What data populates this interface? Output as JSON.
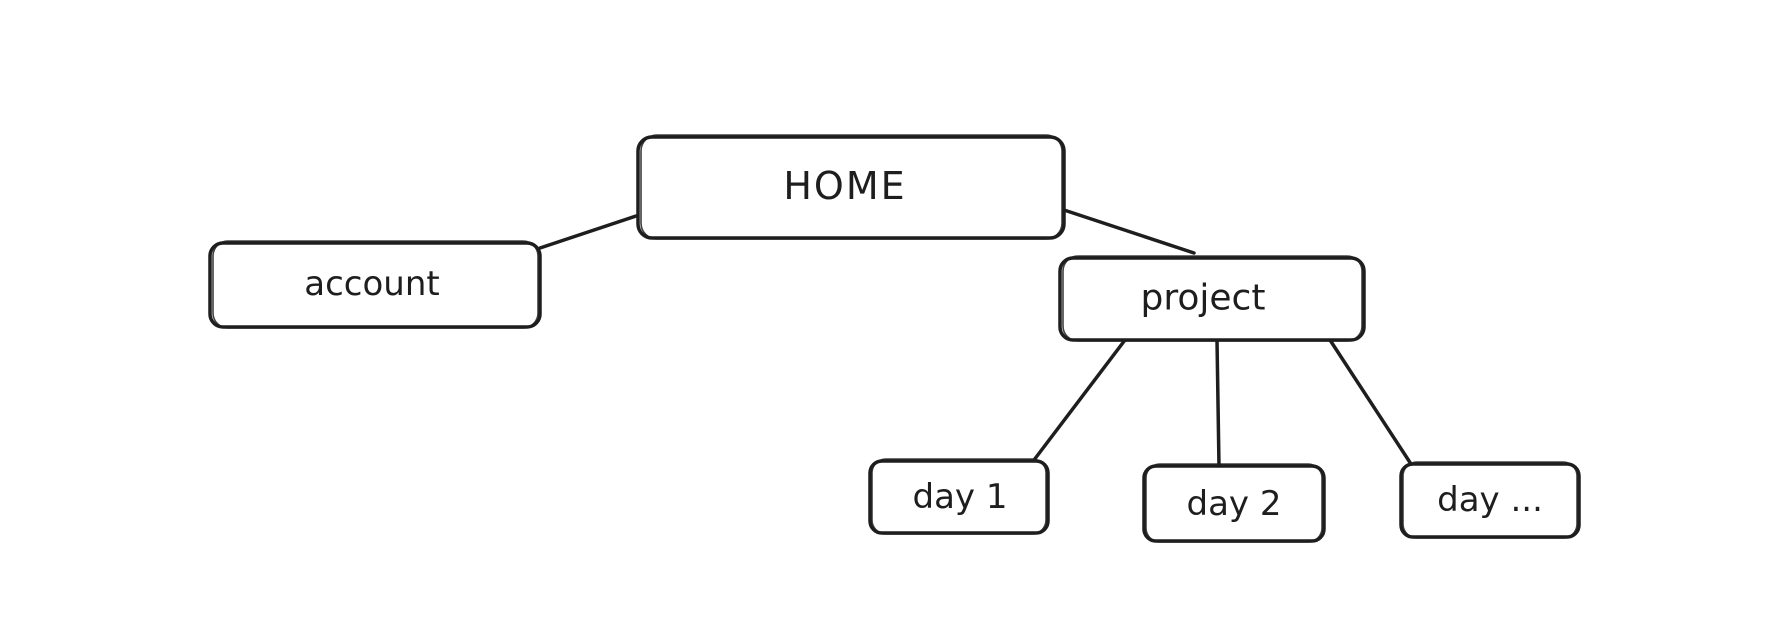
{
  "diagram": {
    "type": "tree",
    "stroke_color": "#1e1e1e",
    "background": "#ffffff",
    "nodes": {
      "home": {
        "label": "HOME"
      },
      "account": {
        "label": "account"
      },
      "project": {
        "label": "project"
      },
      "day1": {
        "label": "day 1"
      },
      "day2": {
        "label": "day 2"
      },
      "day_more": {
        "label": "day ..."
      }
    },
    "edges": [
      {
        "from": "home",
        "to": "account"
      },
      {
        "from": "home",
        "to": "project"
      },
      {
        "from": "project",
        "to": "day1"
      },
      {
        "from": "project",
        "to": "day2"
      },
      {
        "from": "project",
        "to": "day_more"
      }
    ]
  }
}
